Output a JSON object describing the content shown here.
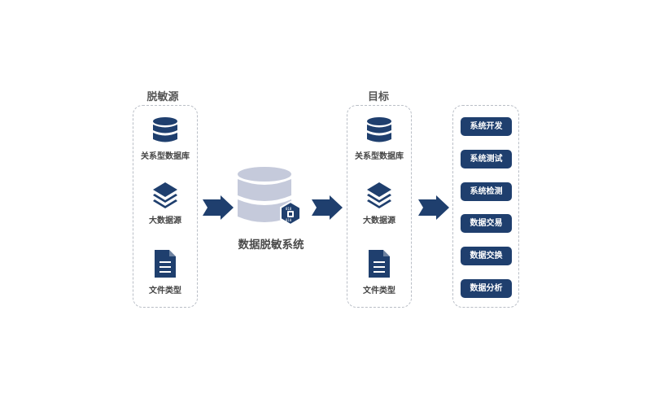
{
  "source": {
    "title": "脱敏源",
    "items": [
      {
        "label": "关系型数据库",
        "icon": "database-icon"
      },
      {
        "label": "大数据源",
        "icon": "layers-icon"
      },
      {
        "label": "文件类型",
        "icon": "document-icon"
      }
    ]
  },
  "system": {
    "label": "数据脱敏系统",
    "icon": "database-shield-icon"
  },
  "target": {
    "title": "目标",
    "items": [
      {
        "label": "关系型数据库",
        "icon": "database-icon"
      },
      {
        "label": "大数据源",
        "icon": "layers-icon"
      },
      {
        "label": "文件类型",
        "icon": "document-icon"
      }
    ]
  },
  "applications": {
    "items": [
      "系统开发",
      "系统测试",
      "系统检测",
      "数据交易",
      "数据交换",
      "数据分析"
    ]
  },
  "colors": {
    "primary": "#1f3f6e",
    "system_db": "#c5cadb",
    "dashed_border": "#b9bec6"
  }
}
